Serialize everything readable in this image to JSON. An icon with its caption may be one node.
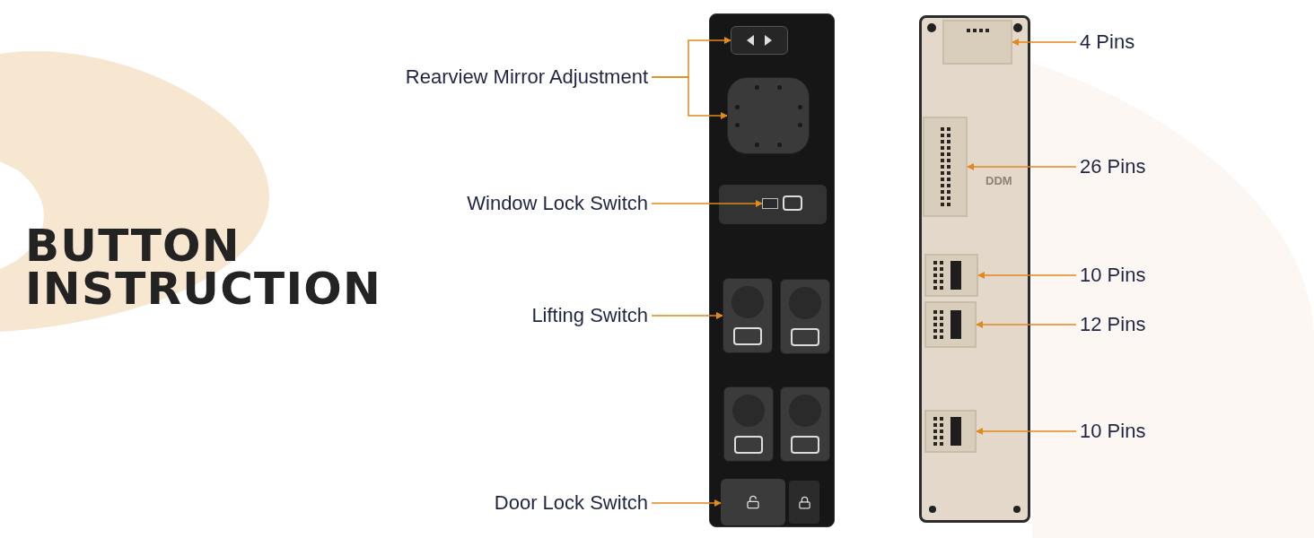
{
  "diagram": {
    "title": "BUTTON INSTRUCTION",
    "nodes": [
      {
        "text": [
          "Rearview Mirror Adjustment"
        ]
      },
      {
        "text": [],
        "shape": "box"
      },
      {
        "text": [],
        "shape": "box"
      },
      {
        "text": [
          "Window Lock Switch"
        ]
      },
      {
        "text": [],
        "shape": "box"
      },
      {
        "text": [
          "Lifting Switch"
        ]
      },
      {
        "text": [],
        "shape": "box"
      },
      {
        "text": [
          "Door Lock Switch"
        ]
      },
      {
        "text": [],
        "shape": "box"
      },
      {
        "text": [
          "4 Pins"
        ]
      },
      {
        "text": [],
        "shape": "box"
      },
      {
        "text": [
          "26 Pins"
        ]
      },
      {
        "text": [],
        "shape": "box"
      },
      {
        "text": [
          "10 Pins"
        ]
      },
      {
        "text": [],
        "shape": "box"
      },
      {
        "text": [
          "12 Pins"
        ]
      },
      {
        "text": [],
        "shape": "box"
      },
      {
        "text": [
          "10 Pins"
        ]
      },
      {
        "text": [],
        "shape": "box"
      },
      {
        "text": [],
        "shape": "box"
      },
      {
        "text": [],
        "shape": "box"
      },
      {
        "text": [],
        "shape": "box"
      }
    ],
    "edges": [
      {
        "from": 0,
        "to": 1,
        "arrow": "to"
      },
      {
        "from": 0,
        "to": 2,
        "arrow": "to"
      },
      {
        "from": 3,
        "to": 4,
        "arrow": "to"
      },
      {
        "from": 5,
        "to": 6,
        "arrow": "to"
      },
      {
        "from": 7,
        "to": 8,
        "arrow": "to"
      },
      {
        "from": 9,
        "to": 10,
        "arrow": "to"
      },
      {
        "from": 11,
        "to": 12,
        "arrow": "to"
      },
      {
        "from": 13,
        "to": 14,
        "arrow": "to"
      },
      {
        "from": 15,
        "to": 16,
        "arrow": "to"
      },
      {
        "from": 17,
        "to": 18,
        "arrow": "to"
      }
    ],
    "labels": [
      "DDM"
    ]
  }
}
